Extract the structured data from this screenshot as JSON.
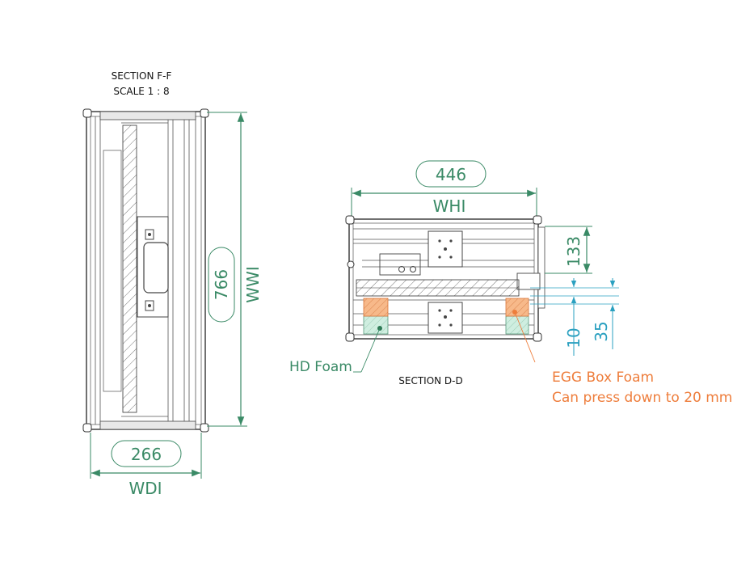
{
  "section_ff": {
    "title": "SECTION F-F",
    "scale": "SCALE 1 : 8"
  },
  "section_dd": {
    "title": "SECTION D-D"
  },
  "dimensions": {
    "wdi_value": "266",
    "wdi_label": "WDI",
    "wwi_value": "766",
    "wwi_label": "WWI",
    "whi_value": "446",
    "whi_label": "WHI",
    "height_133": "133",
    "height_10": "10",
    "height_35": "35"
  },
  "annotations": {
    "hd_foam": "HD Foam",
    "egg_box_line1": "EGG Box Foam",
    "egg_box_line2": "Can press down to 20 mm"
  },
  "colors": {
    "dimension_green": "#3a8a66",
    "egg_orange": "#ee7d3b",
    "small_dim_teal": "#2aa0c0",
    "hd_foam_fill": "#cfeee0"
  }
}
